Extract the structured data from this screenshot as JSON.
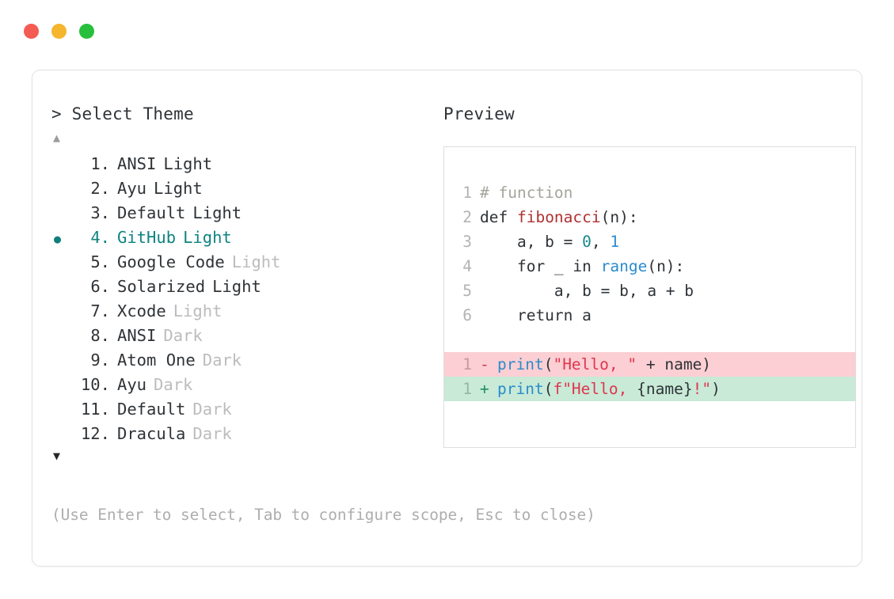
{
  "window": {
    "dots": [
      {
        "name": "close",
        "color": "#f45b53"
      },
      {
        "name": "minimize",
        "color": "#f5b52c"
      },
      {
        "name": "maximize",
        "color": "#27bf3c"
      }
    ]
  },
  "prompt": {
    "heading": "> Select Theme",
    "scroll_up": "▲",
    "scroll_down": "▼",
    "selected_bullet": "●",
    "selected_index": 4,
    "accent_color": "#0f8480"
  },
  "themes": [
    {
      "index": "1.",
      "name": "ANSI",
      "variant": "Light",
      "variant_muted": false,
      "selected": false
    },
    {
      "index": "2.",
      "name": "Ayu",
      "variant": "Light",
      "variant_muted": false,
      "selected": false
    },
    {
      "index": "3.",
      "name": "Default",
      "variant": "Light",
      "variant_muted": false,
      "selected": false
    },
    {
      "index": "4.",
      "name": "GitHub",
      "variant": "Light",
      "variant_muted": false,
      "selected": true
    },
    {
      "index": "5.",
      "name": "Google Code",
      "variant": "Light",
      "variant_muted": true,
      "selected": false
    },
    {
      "index": "6.",
      "name": "Solarized",
      "variant": "Light",
      "variant_muted": false,
      "selected": false
    },
    {
      "index": "7.",
      "name": "Xcode",
      "variant": "Light",
      "variant_muted": true,
      "selected": false
    },
    {
      "index": "8.",
      "name": "ANSI",
      "variant": "Dark",
      "variant_muted": true,
      "selected": false
    },
    {
      "index": "9.",
      "name": "Atom One",
      "variant": "Dark",
      "variant_muted": true,
      "selected": false
    },
    {
      "index": "10.",
      "name": "Ayu",
      "variant": "Dark",
      "variant_muted": true,
      "selected": false
    },
    {
      "index": "11.",
      "name": "Default",
      "variant": "Dark",
      "variant_muted": true,
      "selected": false
    },
    {
      "index": "12.",
      "name": "Dracula",
      "variant": "Dark",
      "variant_muted": true,
      "selected": false
    }
  ],
  "preview": {
    "heading": "Preview",
    "code_lines": [
      {
        "no": "1",
        "tokens": [
          {
            "t": "# function",
            "c": "comment"
          }
        ]
      },
      {
        "no": "2",
        "tokens": [
          {
            "t": "def ",
            "c": "keyword"
          },
          {
            "t": "fibonacci",
            "c": "fn"
          },
          {
            "t": "(n):",
            "c": "plain"
          }
        ]
      },
      {
        "no": "3",
        "tokens": [
          {
            "t": "    a, b = ",
            "c": "plain"
          },
          {
            "t": "0",
            "c": "num-0"
          },
          {
            "t": ", ",
            "c": "plain"
          },
          {
            "t": "1",
            "c": "num-1"
          }
        ]
      },
      {
        "no": "4",
        "tokens": [
          {
            "t": "    for _ in ",
            "c": "plain"
          },
          {
            "t": "range",
            "c": "builtin"
          },
          {
            "t": "(n):",
            "c": "plain"
          }
        ]
      },
      {
        "no": "5",
        "tokens": [
          {
            "t": "        a, b = b, a + b",
            "c": "plain"
          }
        ]
      },
      {
        "no": "6",
        "tokens": [
          {
            "t": "    return a",
            "c": "plain"
          }
        ]
      }
    ],
    "diff_lines": [
      {
        "no": "1",
        "sign": "-",
        "kind": "del",
        "tokens": [
          {
            "t": "print",
            "c": "call"
          },
          {
            "t": "(",
            "c": "plain"
          },
          {
            "t": "\"Hello, \"",
            "c": "string"
          },
          {
            "t": " + name)",
            "c": "plain"
          }
        ]
      },
      {
        "no": "1",
        "sign": "+",
        "kind": "add",
        "tokens": [
          {
            "t": "print",
            "c": "call"
          },
          {
            "t": "(",
            "c": "plain"
          },
          {
            "t": "f\"Hello, ",
            "c": "string"
          },
          {
            "t": "{name}",
            "c": "plain"
          },
          {
            "t": "!\"",
            "c": "string"
          },
          {
            "t": ")",
            "c": "plain"
          }
        ]
      }
    ],
    "colors": {
      "diff_del_bg": "#fbcfd3",
      "diff_add_bg": "#c8ead7",
      "comment": "#a3a69c",
      "function": "#b03030",
      "builtin": "#2b8ccc",
      "string": "#e0354f"
    }
  },
  "footer": {
    "hint": "(Use Enter to select, Tab to configure scope, Esc to close)"
  }
}
